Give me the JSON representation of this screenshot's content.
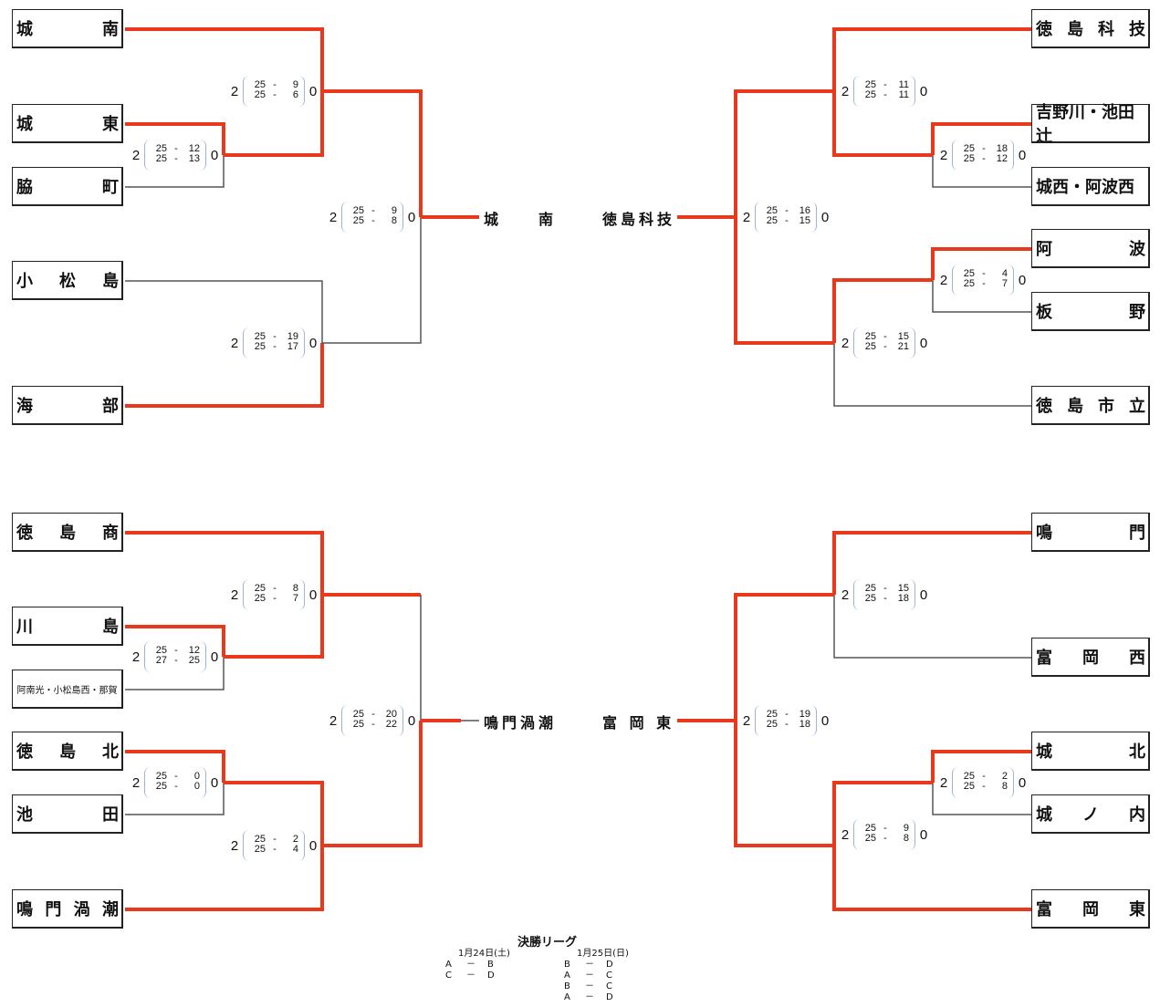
{
  "colors": {
    "winner_line": "#e8391d",
    "loser_line": "#555555",
    "score_bracket": "#9bb3d6"
  },
  "blocks": [
    {
      "id": "top-left",
      "teams": [
        {
          "name": "城南",
          "chars": [
            "城",
            "南"
          ]
        },
        {
          "name": "城東",
          "chars": [
            "城",
            "東"
          ]
        },
        {
          "name": "脇町",
          "chars": [
            "脇",
            "町"
          ]
        },
        {
          "name": "小松島",
          "chars": [
            "小",
            "松",
            "島"
          ]
        },
        {
          "name": "海部",
          "chars": [
            "海",
            "部"
          ]
        }
      ]
    }
  ],
  "left_top": {
    "teams": [
      {
        "label": "城南",
        "chars": [
          "城",
          "南"
        ]
      },
      {
        "label": "城東",
        "chars": [
          "城",
          "東"
        ]
      },
      {
        "label": "脇町",
        "chars": [
          "脇",
          "町"
        ]
      },
      {
        "label": "小松島",
        "chars": [
          "小",
          "松",
          "島"
        ]
      },
      {
        "label": "海部",
        "chars": [
          "海",
          "部"
        ]
      }
    ],
    "matches": [
      {
        "id": "m1",
        "winner_sets": "2",
        "loser_sets": "0",
        "sets": [
          [
            "25",
            "12"
          ],
          [
            "25",
            "13"
          ]
        ],
        "winner": "城東"
      },
      {
        "id": "m2",
        "winner_sets": "2",
        "loser_sets": "0",
        "sets": [
          [
            "25",
            "9"
          ],
          [
            "25",
            "6"
          ]
        ],
        "winner": "城南"
      },
      {
        "id": "m3",
        "winner_sets": "2",
        "loser_sets": "0",
        "sets": [
          [
            "25",
            "19"
          ],
          [
            "25",
            "17"
          ]
        ],
        "winner": "海部"
      },
      {
        "id": "m4",
        "winner_sets": "2",
        "loser_sets": "0",
        "sets": [
          [
            "25",
            "9"
          ],
          [
            "25",
            "8"
          ]
        ],
        "winner": "城南"
      }
    ],
    "block_winner": "城　　南"
  },
  "right_top": {
    "teams": [
      {
        "label": "徳島科技",
        "chars": [
          "徳",
          "島",
          "科",
          "技"
        ]
      },
      {
        "label": "吉野川・池田辻",
        "chars": [
          "吉野川・池田辻"
        ]
      },
      {
        "label": "城西・阿波西",
        "chars": [
          "城西・阿波西"
        ]
      },
      {
        "label": "阿波",
        "chars": [
          "阿",
          "波"
        ]
      },
      {
        "label": "板野",
        "chars": [
          "板",
          "野"
        ]
      },
      {
        "label": "徳島市立",
        "chars": [
          "徳",
          "島",
          "市",
          "立"
        ]
      }
    ],
    "matches": [
      {
        "id": "m5",
        "winner_sets": "2",
        "loser_sets": "0",
        "sets": [
          [
            "25",
            "18"
          ],
          [
            "25",
            "12"
          ]
        ],
        "winner": "吉野川・池田辻"
      },
      {
        "id": "m6",
        "winner_sets": "2",
        "loser_sets": "0",
        "sets": [
          [
            "25",
            "11"
          ],
          [
            "25",
            "11"
          ]
        ],
        "winner": "徳島科技"
      },
      {
        "id": "m7",
        "winner_sets": "2",
        "loser_sets": "0",
        "sets": [
          [
            "25",
            "4"
          ],
          [
            "25",
            "7"
          ]
        ],
        "winner": "阿波"
      },
      {
        "id": "m8",
        "winner_sets": "2",
        "loser_sets": "0",
        "sets": [
          [
            "25",
            "15"
          ],
          [
            "25",
            "21"
          ]
        ],
        "winner": "阿波"
      },
      {
        "id": "m9",
        "winner_sets": "2",
        "loser_sets": "0",
        "sets": [
          [
            "25",
            "16"
          ],
          [
            "25",
            "15"
          ]
        ],
        "winner": "徳島科技"
      }
    ],
    "block_winner": "徳島科技"
  },
  "left_bottom": {
    "teams": [
      {
        "label": "徳島商",
        "chars": [
          "徳",
          "島",
          "商"
        ]
      },
      {
        "label": "川島",
        "chars": [
          "川",
          "島"
        ]
      },
      {
        "label": "阿南光・小松島西・那賀",
        "chars": [
          "阿南光・小松島西・那賀"
        ]
      },
      {
        "label": "徳島北",
        "chars": [
          "徳",
          "島",
          "北"
        ]
      },
      {
        "label": "池田",
        "chars": [
          "池",
          "田"
        ]
      },
      {
        "label": "鳴門渦潮",
        "chars": [
          "鳴",
          "門",
          "渦",
          "潮"
        ]
      }
    ],
    "matches": [
      {
        "id": "m10",
        "winner_sets": "2",
        "loser_sets": "0",
        "sets": [
          [
            "25",
            "12"
          ],
          [
            "27",
            "25"
          ]
        ],
        "winner": "川島"
      },
      {
        "id": "m11",
        "winner_sets": "2",
        "loser_sets": "0",
        "sets": [
          [
            "25",
            "8"
          ],
          [
            "25",
            "7"
          ]
        ],
        "winner": "徳島商"
      },
      {
        "id": "m12",
        "winner_sets": "2",
        "loser_sets": "0",
        "sets": [
          [
            "25",
            "0"
          ],
          [
            "25",
            "0"
          ]
        ],
        "winner": "徳島北"
      },
      {
        "id": "m13",
        "winner_sets": "2",
        "loser_sets": "0",
        "sets": [
          [
            "25",
            "2"
          ],
          [
            "25",
            "4"
          ]
        ],
        "winner": "鳴門渦潮"
      },
      {
        "id": "m14",
        "winner_sets": "2",
        "loser_sets": "0",
        "sets": [
          [
            "25",
            "20"
          ],
          [
            "25",
            "22"
          ]
        ],
        "winner": "鳴門渦潮"
      }
    ],
    "block_winner": "鳴門渦潮"
  },
  "right_bottom": {
    "teams": [
      {
        "label": "鳴門",
        "chars": [
          "鳴",
          "門"
        ]
      },
      {
        "label": "富岡西",
        "chars": [
          "富",
          "岡",
          "西"
        ]
      },
      {
        "label": "城北",
        "chars": [
          "城",
          "北"
        ]
      },
      {
        "label": "城ノ内",
        "chars": [
          "城",
          "ノ",
          "内"
        ]
      },
      {
        "label": "富岡東",
        "chars": [
          "富",
          "岡",
          "東"
        ]
      }
    ],
    "matches": [
      {
        "id": "m15",
        "winner_sets": "2",
        "loser_sets": "0",
        "sets": [
          [
            "25",
            "15"
          ],
          [
            "25",
            "18"
          ]
        ],
        "winner": "鳴門"
      },
      {
        "id": "m16",
        "winner_sets": "2",
        "loser_sets": "0",
        "sets": [
          [
            "25",
            "2"
          ],
          [
            "25",
            "8"
          ]
        ],
        "winner": "城北"
      },
      {
        "id": "m17",
        "winner_sets": "2",
        "loser_sets": "0",
        "sets": [
          [
            "25",
            "9"
          ],
          [
            "25",
            "8"
          ]
        ],
        "winner": "富岡東"
      },
      {
        "id": "m18",
        "winner_sets": "2",
        "loser_sets": "0",
        "sets": [
          [
            "25",
            "19"
          ],
          [
            "25",
            "18"
          ]
        ],
        "winner": "富岡東"
      }
    ],
    "block_winner": "富 岡 東"
  },
  "final_league": {
    "title": "決勝リーグ",
    "days": [
      {
        "date": "1月24日(土)",
        "matches": [
          [
            "A",
            "－",
            "B"
          ],
          [
            "C",
            "－",
            "D"
          ]
        ]
      },
      {
        "date": "1月25日(日)",
        "matches": [
          [
            "B",
            "－",
            "D"
          ],
          [
            "A",
            "－",
            "C"
          ],
          [
            "B",
            "－",
            "C"
          ],
          [
            "A",
            "－",
            "D"
          ]
        ]
      }
    ]
  }
}
